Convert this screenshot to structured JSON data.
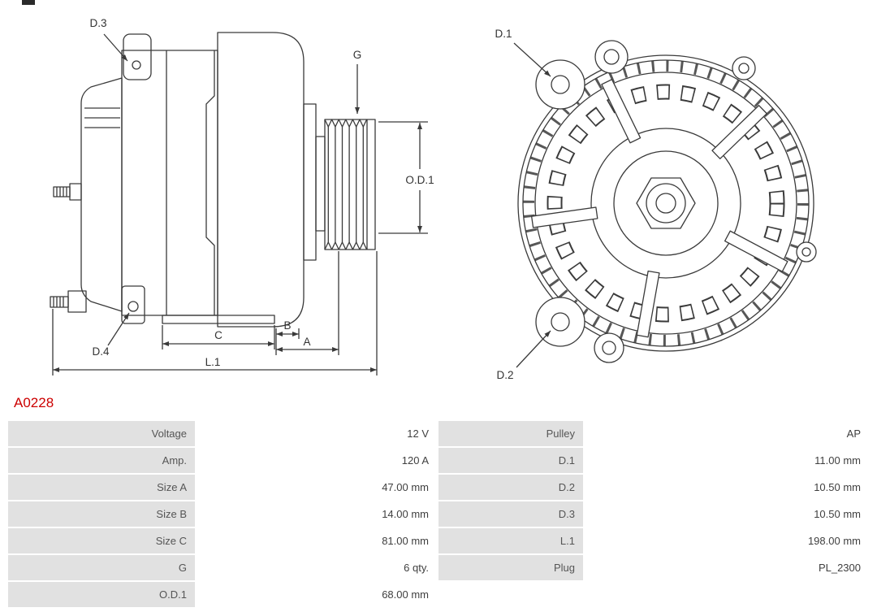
{
  "page": {
    "part_number": "A0228"
  },
  "colors": {
    "part_number_red": "#cc0000",
    "label_cell_bg": "#e1e1e1",
    "drawing_line": "#3a3a3a"
  },
  "diagram": {
    "side_view": {
      "labels": {
        "d3": "D.3",
        "d4": "D.4",
        "g": "G",
        "od1": "O.D.1",
        "a": "A",
        "b": "B",
        "c": "C",
        "l1": "L.1"
      }
    },
    "front_view": {
      "labels": {
        "d1": "D.1",
        "d2": "D.2"
      }
    }
  },
  "specs": {
    "rows": [
      {
        "l1": "Voltage",
        "v1": "12 V",
        "l2": "Pulley",
        "v2": "AP"
      },
      {
        "l1": "Amp.",
        "v1": "120 A",
        "l2": "D.1",
        "v2": "11.00 mm"
      },
      {
        "l1": "Size A",
        "v1": "47.00 mm",
        "l2": "D.2",
        "v2": "10.50 mm"
      },
      {
        "l1": "Size B",
        "v1": "14.00 mm",
        "l2": "D.3",
        "v2": "10.50 mm"
      },
      {
        "l1": "Size C",
        "v1": "81.00 mm",
        "l2": "L.1",
        "v2": "198.00 mm"
      },
      {
        "l1": "G",
        "v1": "6 qty.",
        "l2": "Plug",
        "v2": "PL_2300"
      },
      {
        "l1": "O.D.1",
        "v1": "68.00 mm"
      }
    ]
  }
}
